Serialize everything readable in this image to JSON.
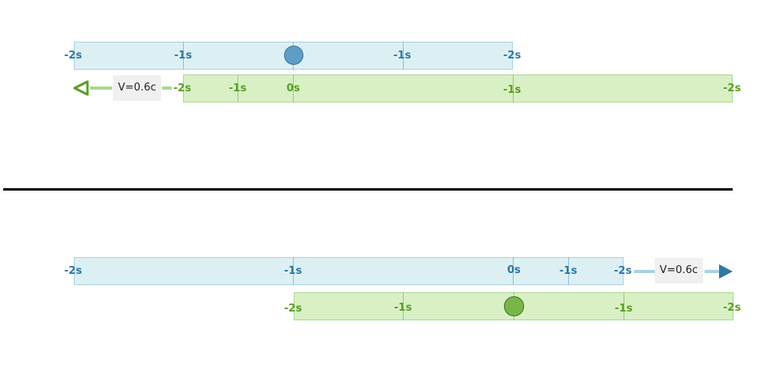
{
  "top": {
    "blue_labels": [
      "-2s",
      "-1s",
      "-1s",
      "-2s"
    ],
    "green_labels": [
      "-2s",
      "-1s",
      "0s",
      "-1s",
      "-2s"
    ],
    "velocity": "V=0.6c",
    "arrow_direction": "left",
    "observer_on": "blue"
  },
  "bottom": {
    "blue_labels": [
      "-2s",
      "-1s",
      "0s",
      "-1s",
      "-2s"
    ],
    "green_labels": [
      "-2s",
      "-1s",
      "-1s",
      "-2s"
    ],
    "velocity": "V=0.6c",
    "arrow_direction": "right",
    "observer_on": "green"
  },
  "colors": {
    "blue_fill": "#dcf0f4",
    "blue_accent": "#2f78a6",
    "green_fill": "#d8f0c4",
    "green_accent": "#5b9f26"
  }
}
